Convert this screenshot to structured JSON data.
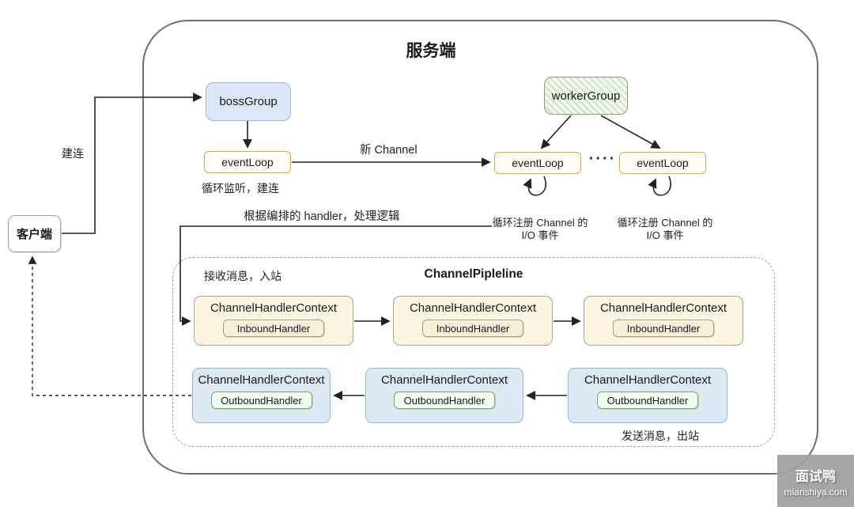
{
  "page": {
    "title": "服务端"
  },
  "client": {
    "label": "客户端"
  },
  "groups": {
    "boss": "bossGroup",
    "worker": "workerGroup"
  },
  "event_loops": {
    "boss": "eventLoop",
    "worker1": "eventLoop",
    "worker2": "eventLoop",
    "dots": "····"
  },
  "labels": {
    "connect": "建连",
    "new_channel": "新 Channel",
    "loop_listen": "循环监听，建连",
    "handler_logic": "根据编排的 handler，处理逻辑",
    "loop_register_line1": "循环注册 Channel 的",
    "loop_register_line2": "I/O 事件",
    "inbound": "接收消息，入站",
    "outbound": "发送消息，出站"
  },
  "pipeline": {
    "title": "ChannelPipleline",
    "inbound": [
      {
        "context": "ChannelHandlerContext",
        "handler": "InboundHandler"
      },
      {
        "context": "ChannelHandlerContext",
        "handler": "InboundHandler"
      },
      {
        "context": "ChannelHandlerContext",
        "handler": "InboundHandler"
      }
    ],
    "outbound": [
      {
        "context": "ChannelHandlerContext",
        "handler": "OutboundHandler"
      },
      {
        "context": "ChannelHandlerContext",
        "handler": "OutboundHandler"
      },
      {
        "context": "ChannelHandlerContext",
        "handler": "OutboundHandler"
      }
    ]
  },
  "watermark": {
    "brand": "面试鸭",
    "domain": "mianshiya.com"
  },
  "colors": {
    "boss_fill": "#dbe7f6",
    "boss_border": "#9cb8da",
    "worker_border": "#7ba968",
    "eventloop_border": "#e0a63c",
    "client_border": "#a98fd1",
    "inbound_fill": "#fcf5e2",
    "inbound_handler_border": "#b09a6e",
    "outbound_fill": "#dde9f5",
    "outbound_handler_border": "#79aa58",
    "container_border": "#6f6f6f",
    "arrow": "#222222"
  }
}
